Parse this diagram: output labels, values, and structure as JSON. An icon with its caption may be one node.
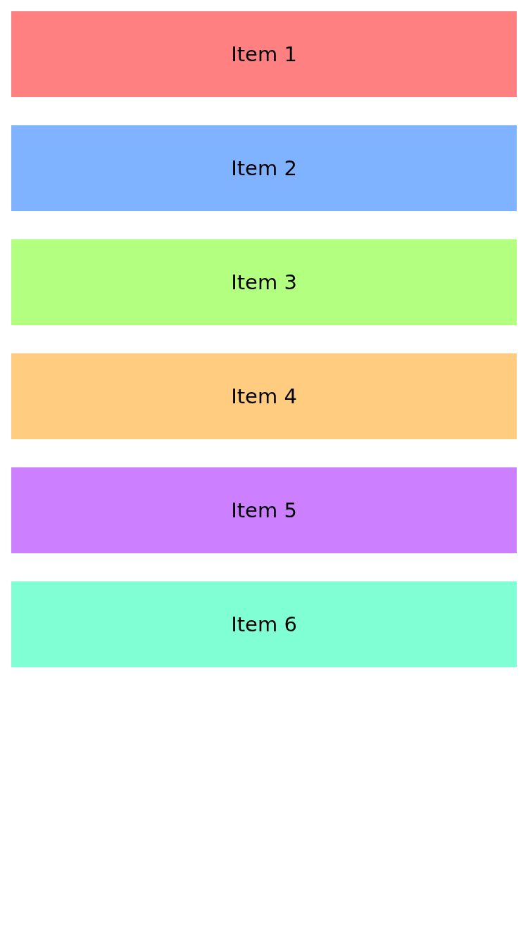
{
  "diagram": {
    "nodes": [
      {
        "text": [
          "Item 1"
        ]
      },
      {
        "text": [
          "Item 2"
        ]
      },
      {
        "text": [
          "Item 3"
        ]
      },
      {
        "text": [
          "Item 4"
        ]
      },
      {
        "text": [
          "Item 5"
        ]
      },
      {
        "text": [
          "Item 6"
        ]
      }
    ]
  }
}
